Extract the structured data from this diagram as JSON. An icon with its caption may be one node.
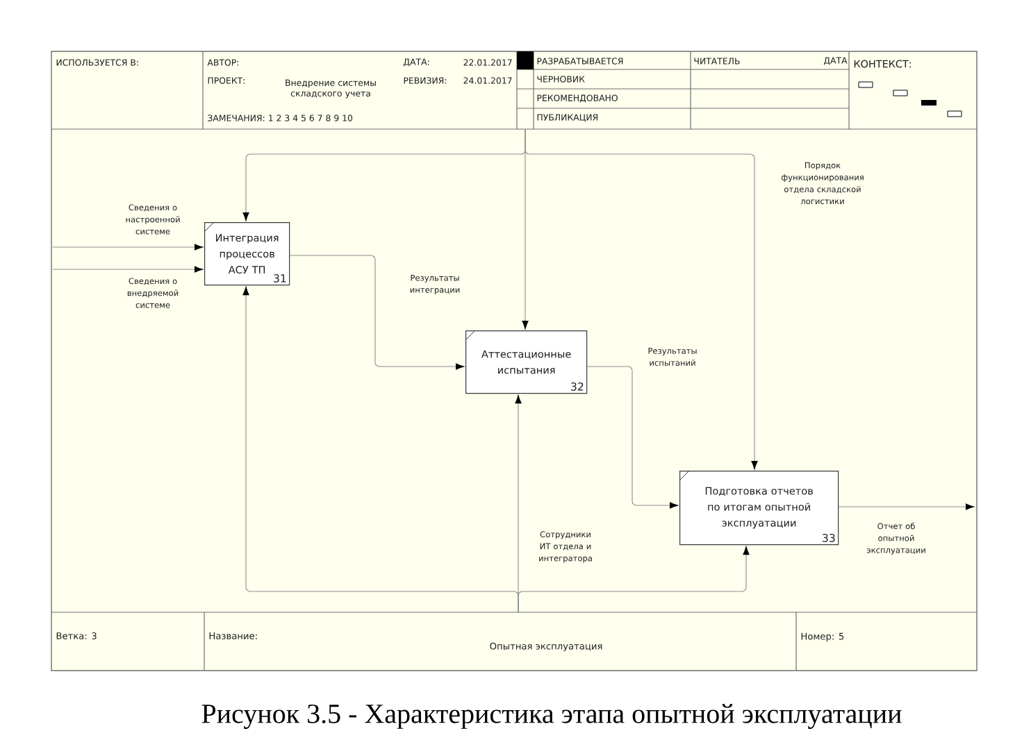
{
  "diagram": {
    "caption": "Рисунок 3.5 - Характеристика этапа опытной эксплуатации",
    "nodes": [
      {
        "text": [
          "Интеграция процессов АСУ ТП",
          "31"
        ]
      },
      {
        "text": [
          "Аттестационные испытания",
          "32"
        ]
      },
      {
        "text": [
          "Подготовка отчетов по итогам опытной эксплуатации",
          "33"
        ]
      }
    ],
    "edges": [
      {
        "from": null,
        "to": 0,
        "arrow": "to",
        "label": "Сведения о настроенной системе"
      },
      {
        "from": null,
        "to": 0,
        "arrow": "to",
        "label": "Сведения о внедряемой системе"
      },
      {
        "from": 0,
        "to": 1,
        "arrow": "to",
        "label": "Результаты интеграции"
      },
      {
        "from": 1,
        "to": 2,
        "arrow": "to",
        "label": "Результаты испытаний"
      },
      {
        "from": 2,
        "to": null,
        "arrow": "to",
        "label": "Отчет об опытной эксплуатации"
      },
      {
        "from": null,
        "to": 0,
        "arrow": "to"
      },
      {
        "from": null,
        "to": 1,
        "arrow": "to"
      },
      {
        "from": null,
        "to": 2,
        "arrow": "to",
        "label": "Порядок функционирования отдела складской логистики"
      },
      {
        "from": null,
        "to": 0,
        "arrow": "to"
      },
      {
        "from": null,
        "to": 1,
        "arrow": "to",
        "label": "Сотрудники ИТ отдела и интегратора"
      },
      {
        "from": null,
        "to": 2,
        "arrow": "to"
      }
    ],
    "labels": [
      "ИСПОЛЬЗУЕТСЯ В:",
      "АВТОР:",
      "ДАТА:",
      "22.01.2017",
      "РАЗРАБАТЫВАЕТСЯ",
      "ЧИТАТЕЛЬ",
      "ДАТА",
      "КОНТЕКСТ:",
      "ПРОЕКТ:",
      "Внедрение системы складского учета",
      "РЕВИЗИЯ:",
      "24.01.2017",
      "ЧЕРНОВИК",
      "РЕКОМЕНДОВАНО",
      "ЗАМЕЧАНИЯ: 1 2 3 4 5 6 7 8 9 10",
      "ПУБЛИКАЦИЯ",
      "Ветка: 3",
      "Название:",
      "Опытная эксплуатация",
      "Номер: 5"
    ]
  }
}
